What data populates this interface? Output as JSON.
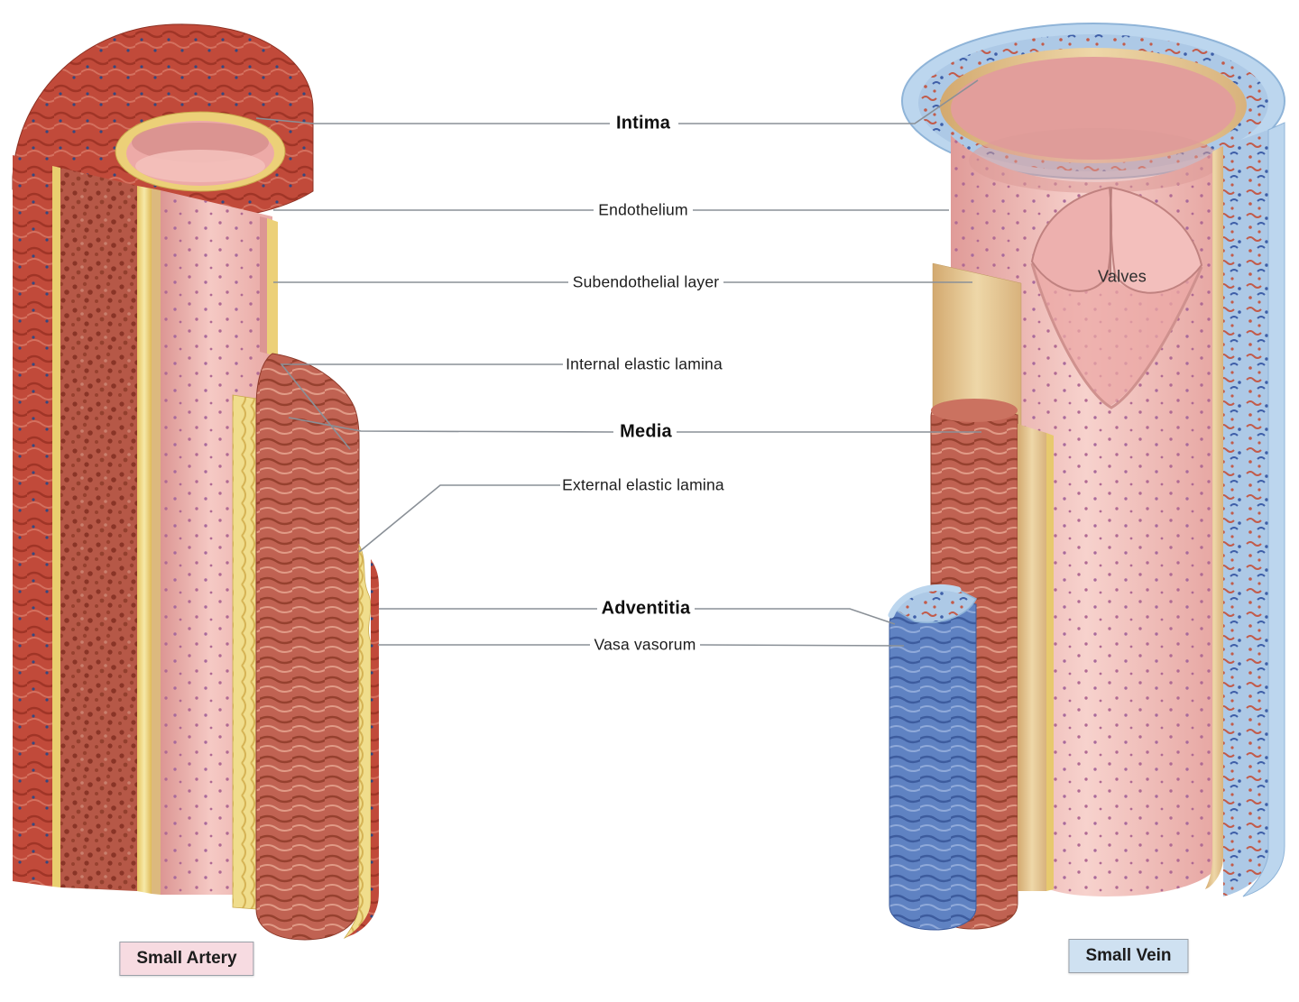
{
  "diagram": {
    "labels": {
      "intima": "Intima",
      "endothelium": "Endothelium",
      "subendothelial_layer": "Subendothelial layer",
      "internal_elastic_lamina": "Internal elastic lamina",
      "media": "Media",
      "external_elastic_lamina": "External elastic lamina",
      "adventitia": "Adventitia",
      "vasa_vasorum": "Vasa vasorum",
      "valves": "Valves"
    },
    "captions": {
      "artery": "Small Artery",
      "vein": "Small Vein"
    },
    "colors": {
      "artery_caption_bg": "#f7dbe1",
      "vein_caption_bg": "#cfe1f1",
      "leader_line": "#8a9097",
      "artery_wall_red": "#c14a3a",
      "media_brick": "#b65847",
      "elastic_lamina_yellow": "#f0dd8c",
      "lumen_pink": "#f5c9c4",
      "vein_wall_blue": "#bcd6ee",
      "vein_media_blue": "#5f82c2",
      "subendothelium_tan": "#eed7a8"
    }
  }
}
